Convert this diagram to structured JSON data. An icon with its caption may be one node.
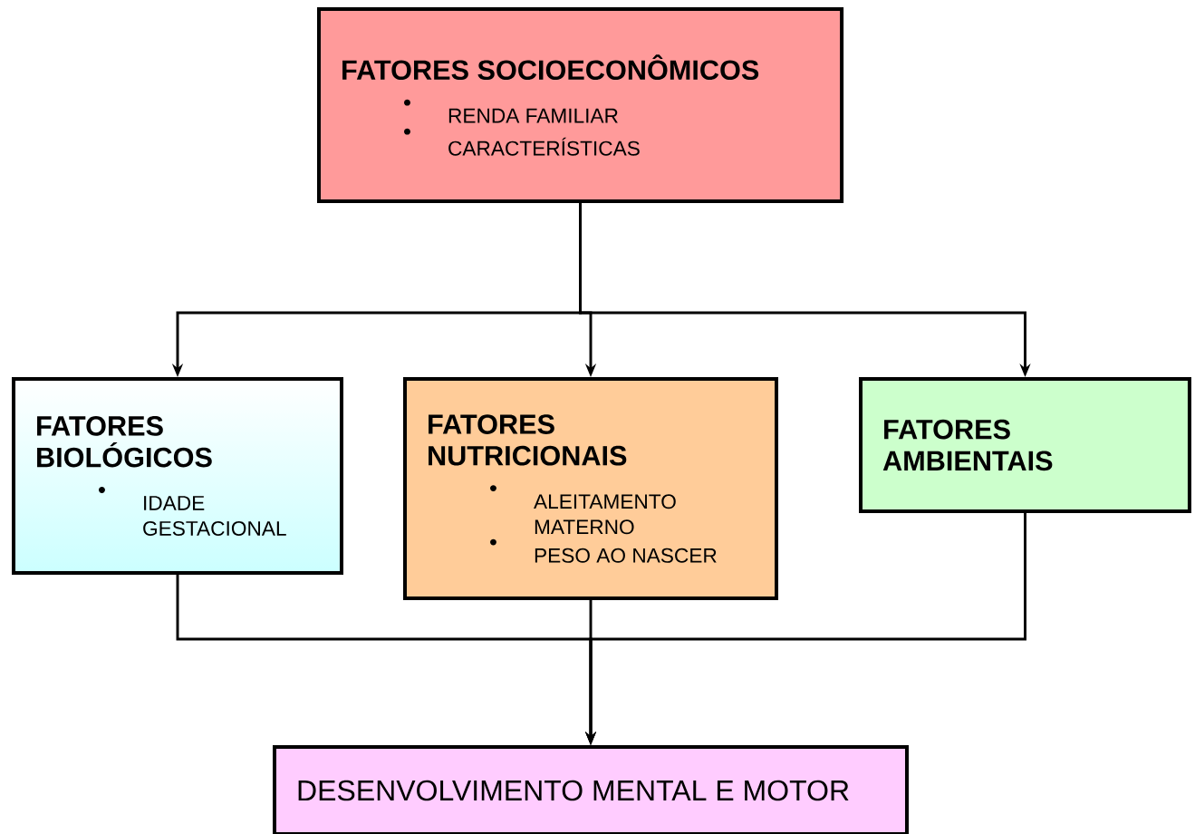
{
  "diagram": {
    "nodes": [
      {
        "text": [
          "FATORES SOCIOECONÔMICOS",
          "RENDA FAMILIAR",
          "CARACTERÍSTICAS"
        ]
      },
      {
        "text": [
          "FATORES BIOLÓGICOS",
          "IDADE GESTACIONAL"
        ]
      },
      {
        "text": [
          "FATORES NUTRICIONAIS",
          "ALEITAMENTO MATERNO",
          "PESO AO NASCER"
        ]
      },
      {
        "text": [
          "FATORES AMBIENTAIS"
        ]
      },
      {
        "text": [
          "DESENVOLVIMENTO MENTAL E MOTOR"
        ]
      }
    ],
    "edges": [
      {
        "from": 0,
        "to": 1,
        "arrow": "to"
      },
      {
        "from": 0,
        "to": 2,
        "arrow": "to"
      },
      {
        "from": 0,
        "to": 3,
        "arrow": "to"
      },
      {
        "from": 1,
        "to": 4,
        "arrow": "to"
      },
      {
        "from": 2,
        "to": 4,
        "arrow": "to"
      },
      {
        "from": 3,
        "to": 4,
        "arrow": "to"
      }
    ]
  }
}
